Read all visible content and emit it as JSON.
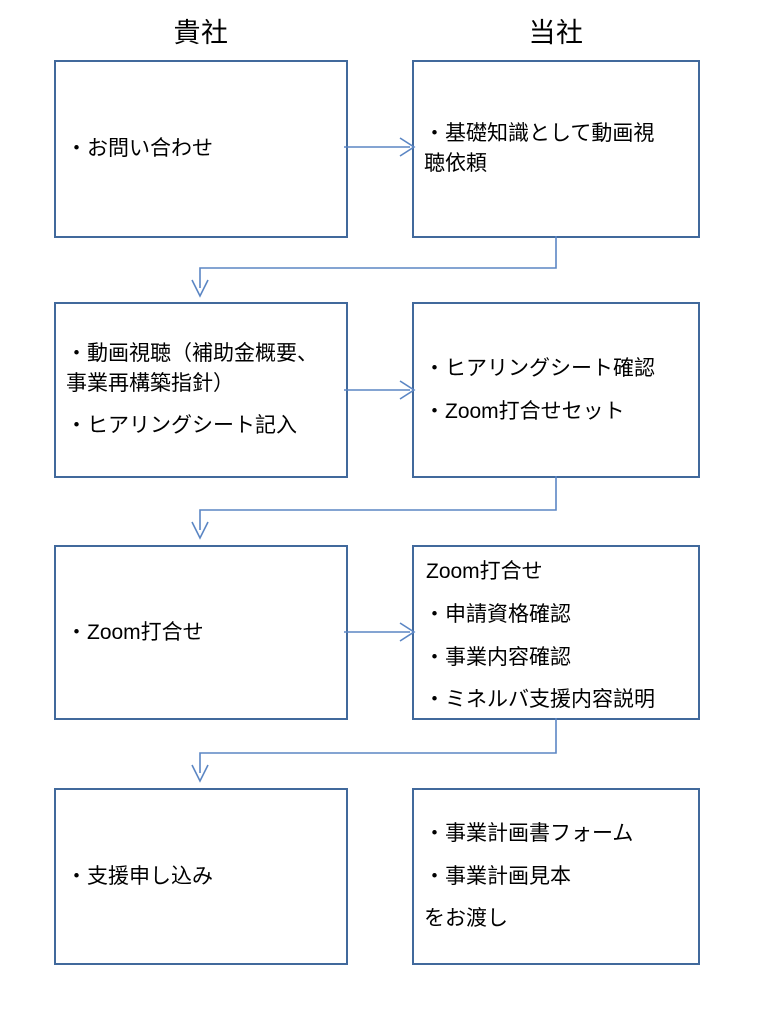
{
  "diagram": {
    "title_columns": {
      "left": "貴社",
      "right": "当社"
    },
    "colors": {
      "box_border": "#41699C",
      "connector": "#5B86C4",
      "text": "#000000",
      "background": "#FFFFFF"
    },
    "rows": [
      {
        "left": {
          "lines": [
            "・お問い合わせ"
          ]
        },
        "right": {
          "lines": [
            "・基礎知識として動画視",
            "聴依頼"
          ]
        },
        "arrow": "right-arrow"
      },
      {
        "left": {
          "lines": [
            "・動画視聴（補助金概要、",
            "事業再構築指針）",
            "・ヒアリングシート記入"
          ]
        },
        "right": {
          "lines": [
            "・ヒアリングシート確認",
            "・Zoom打合せセット"
          ]
        },
        "arrow": "right-arrow"
      },
      {
        "left": {
          "lines": [
            "・Zoom打合せ"
          ]
        },
        "right": {
          "heading": "Zoom打合せ",
          "lines": [
            "・申請資格確認",
            "・事業内容確認",
            "・ミネルバ支援内容説明"
          ]
        },
        "arrow": "right-arrow"
      },
      {
        "left": {
          "lines": [
            "・支援申し込み"
          ]
        },
        "right": {
          "lines": [
            "・事業計画書フォーム",
            "・事業計画見本",
            "をお渡し"
          ]
        },
        "arrow": "right-arrow"
      }
    ],
    "connectors": [
      {
        "name": "elbow-row1-to-row2",
        "from": "右ボックス1下部",
        "to": "左ボックス2上部"
      },
      {
        "name": "elbow-row2-to-row3",
        "from": "右ボックス2下部",
        "to": "左ボックス3上部"
      },
      {
        "name": "elbow-row3-to-row4",
        "from": "右ボックス3下部",
        "to": "左ボックス4上部"
      }
    ]
  }
}
